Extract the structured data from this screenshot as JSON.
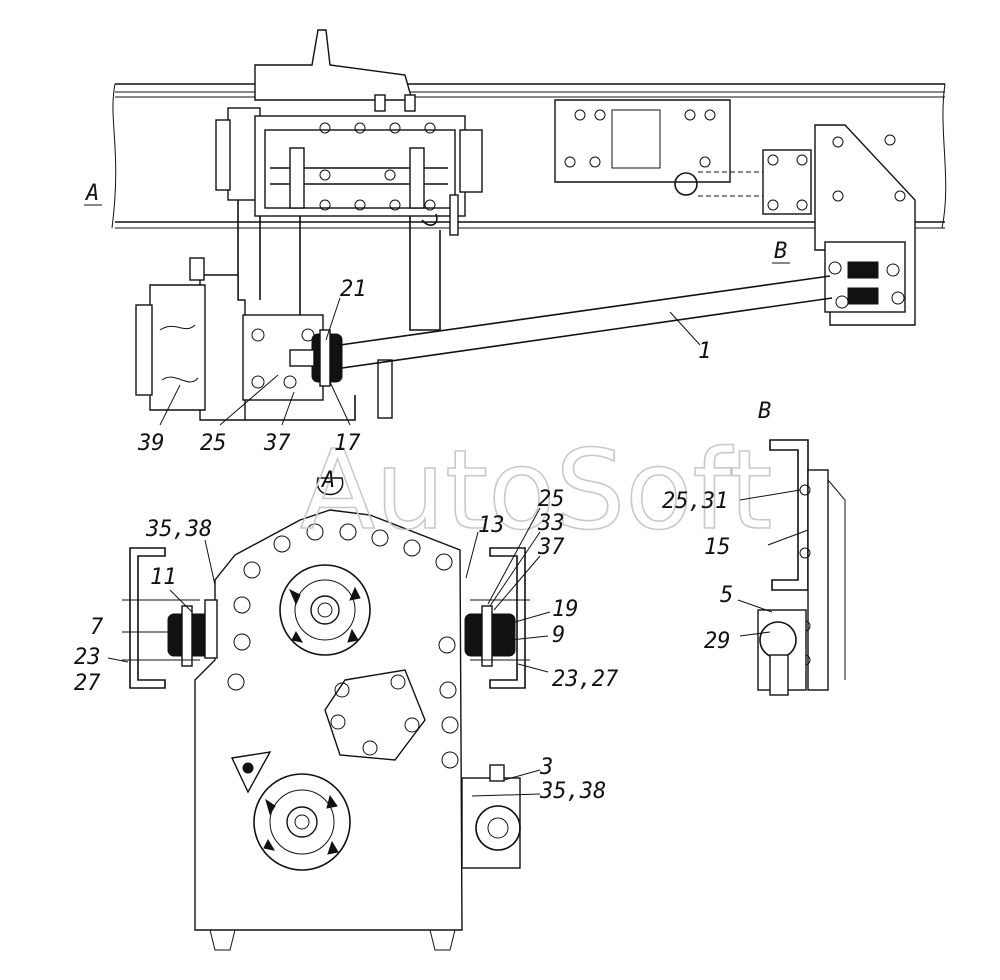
{
  "watermark": "AutoSoft",
  "views": {
    "view_a_mark": "A",
    "view_b_mark": "B",
    "view_a_title": "A",
    "view_b_title": "B"
  },
  "callouts": {
    "rod": "1",
    "top_21": "21",
    "bot_39": "39",
    "bot_25": "25",
    "bot_37": "37",
    "bot_17": "17",
    "a_35_38": "35,38",
    "a_11": "11",
    "a_7": "7",
    "a_23": "23",
    "a_27": "27",
    "a_25": "25",
    "a_13": "13",
    "a_33": "33",
    "a_37": "37",
    "a_19": "19",
    "a_9": "9",
    "a_23_27": "23,27",
    "a_3": "3",
    "a_35_38_low": "35,38",
    "b_25_31": "25,31",
    "b_15": "15",
    "b_5": "5",
    "b_29": "29"
  }
}
